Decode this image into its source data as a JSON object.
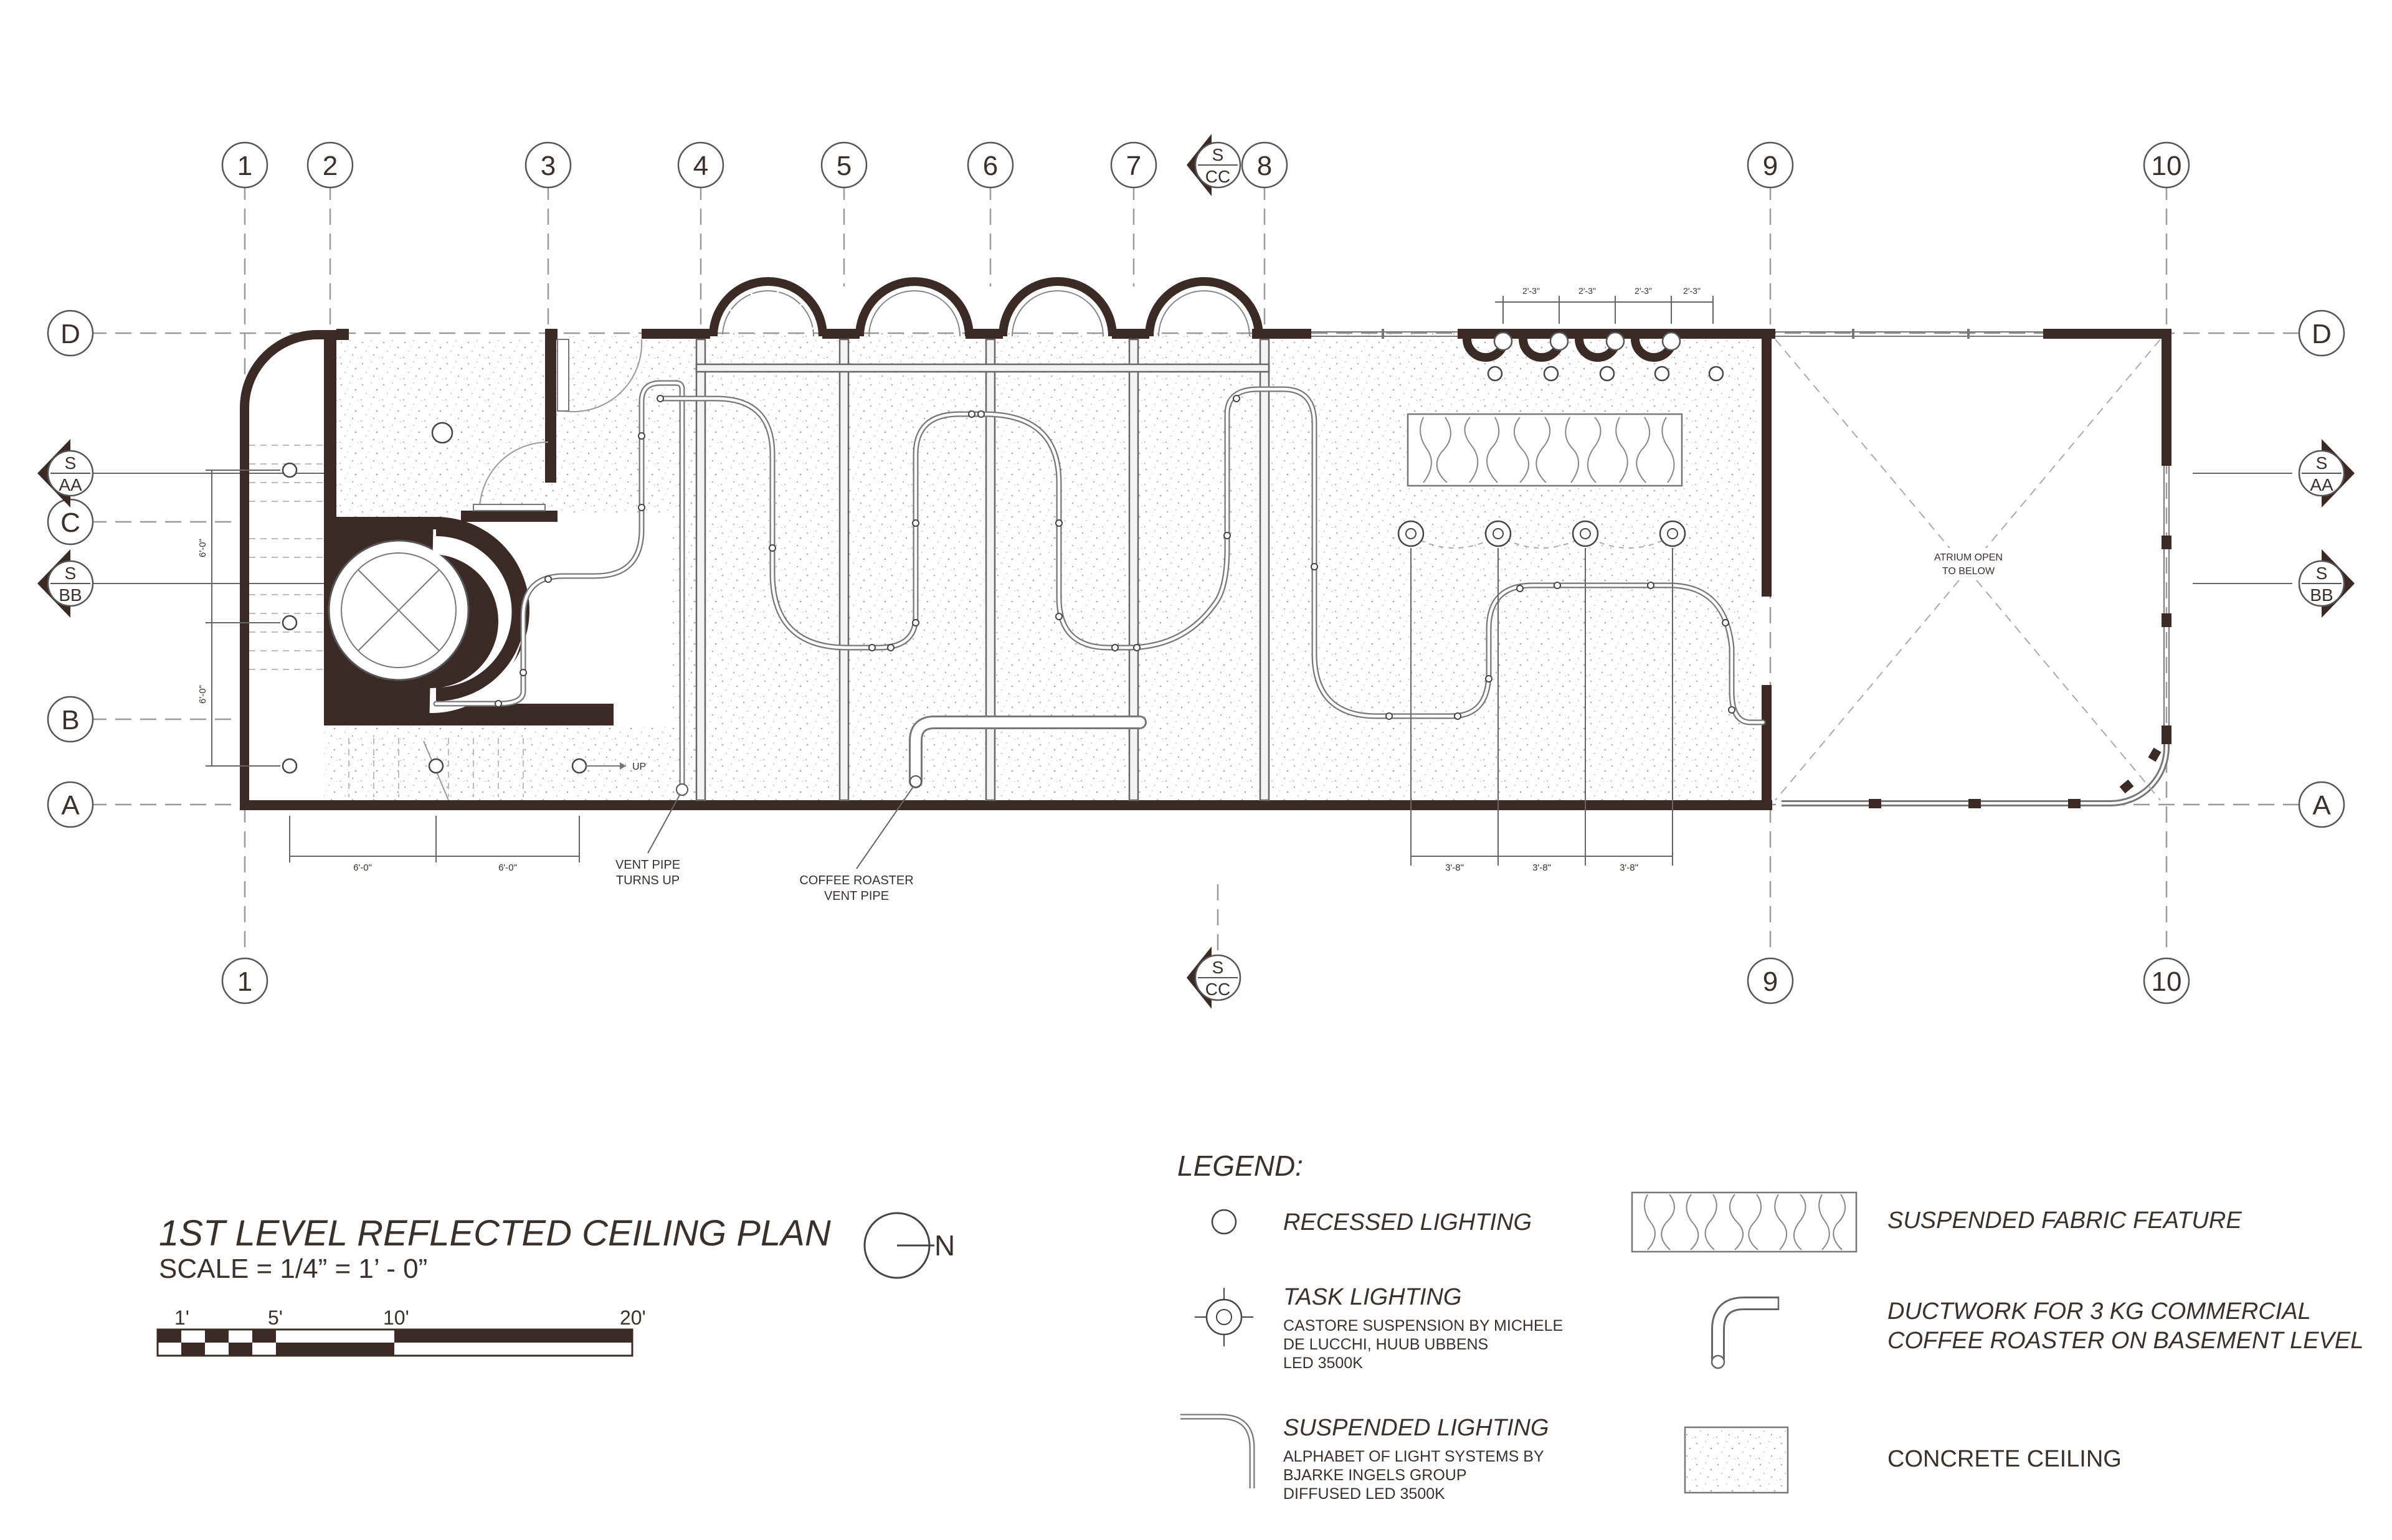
{
  "grid": {
    "columns_top": [
      "1",
      "2",
      "3",
      "4",
      "5",
      "6",
      "7",
      "8",
      "9",
      "10"
    ],
    "columns_bottom": [
      "1",
      "9",
      "10"
    ],
    "rows_left": [
      "D",
      "C",
      "B",
      "A"
    ],
    "rows_right": [
      "D",
      "A"
    ]
  },
  "section_markers": {
    "s": "S",
    "aa": "AA",
    "bb": "BB",
    "cc": "CC"
  },
  "dimensions": {
    "stair_vertical": [
      "6'-0\"",
      "6'-0\""
    ],
    "stair_horizontal": [
      "6'-0\"",
      "6'-0\""
    ],
    "vault_spacing": [
      "2'-3\"",
      "2'-3\"",
      "2'-3\"",
      "2'-3\""
    ],
    "task_spacing": [
      "3'-8\"",
      "3'-8\"",
      "3'-8\""
    ]
  },
  "annotations": {
    "up": "UP",
    "vent_pipe_1": "VENT PIPE",
    "vent_pipe_2": "TURNS UP",
    "roaster_1": "COFFEE ROASTER",
    "roaster_2": "VENT PIPE",
    "atrium_1": "ATRIUM OPEN",
    "atrium_2": "TO BELOW"
  },
  "title": {
    "main": "1ST LEVEL REFLECTED CEILING PLAN",
    "scale": "SCALE = 1/4” = 1’ - 0”",
    "north": "N"
  },
  "scale_bar": {
    "labels": [
      "1'",
      "5'",
      "10'",
      "20'"
    ]
  },
  "legend": {
    "heading": "LEGEND:",
    "recessed": "RECESSED LIGHTING",
    "task": {
      "title": "TASK  LIGHTING",
      "lines": [
        "CASTORE SUSPENSION BY MICHELE",
        "DE LUCCHI, HUUB UBBENS",
        "LED 3500K"
      ]
    },
    "suspended": {
      "title": "SUSPENDED LIGHTING",
      "lines": [
        "ALPHABET OF LIGHT SYSTEMS BY",
        "BJARKE INGELS GROUP",
        "DIFFUSED LED 3500K"
      ]
    },
    "fabric": "SUSPENDED FABRIC FEATURE",
    "ductwork": [
      "DUCTWORK FOR 3 KG COMMERCIAL",
      "COFFEE ROASTER ON BASEMENT LEVEL"
    ],
    "concrete": "CONCRETE CEILING"
  },
  "colors": {
    "wall": "#3b2a26",
    "text": "#3a302c",
    "grid_line": "#9a9a9a"
  }
}
